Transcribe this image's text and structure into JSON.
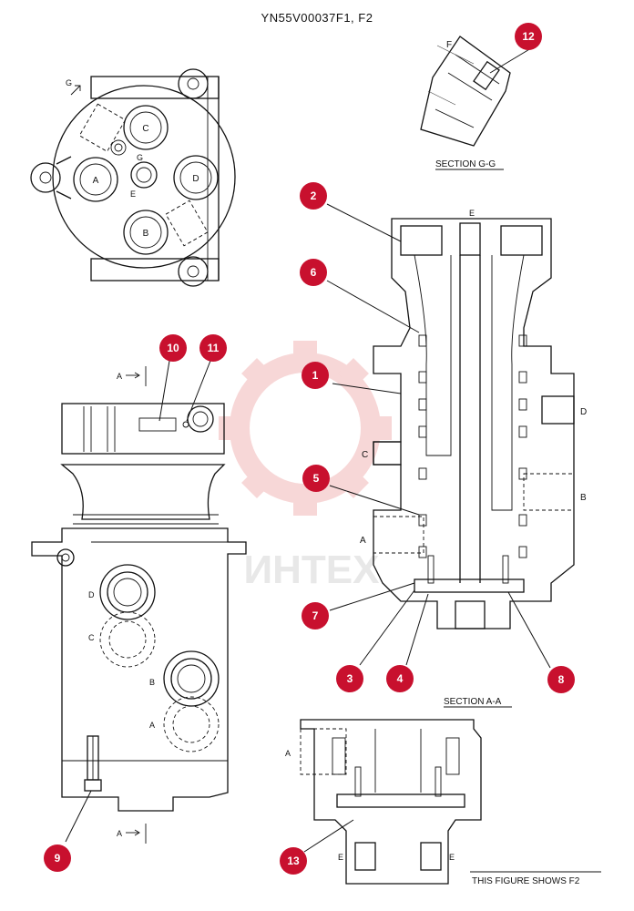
{
  "document_title": "YN55V00037F1, F2",
  "watermark_text": "ИНТЕХ",
  "colors": {
    "callout": "#c8102e",
    "watermark": "#f2b7b7",
    "ink": "#111111"
  },
  "top_view": {
    "section_marker": "G",
    "port_labels": {
      "A": "A",
      "B": "B",
      "C": "C",
      "D": "D",
      "E": "E",
      "G": "G"
    }
  },
  "section_gg": {
    "caption": "SECTION  G-G",
    "port_label": "F"
  },
  "section_aa": {
    "caption": "SECTION  A-A",
    "port_labels": {
      "A": "A",
      "B": "B",
      "C": "C",
      "D": "D",
      "E": "E"
    }
  },
  "side_view": {
    "section_marker_top": "A",
    "section_marker_bottom": "A",
    "port_labels": {
      "A": "A",
      "B": "B",
      "C": "C",
      "D": "D"
    }
  },
  "detail_view": {
    "port_labels": {
      "A": "A",
      "E_left": "E",
      "E_right": "E"
    },
    "note": "THIS FIGURE SHOWS  F2"
  },
  "callouts": [
    "1",
    "2",
    "3",
    "4",
    "5",
    "6",
    "7",
    "8",
    "9",
    "10",
    "11",
    "12",
    "13"
  ]
}
